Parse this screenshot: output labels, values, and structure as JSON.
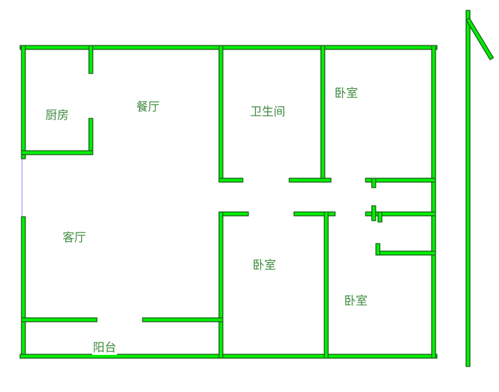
{
  "title": "Floor plan",
  "rooms": {
    "kitchen": "厨房",
    "dining": "餐厅",
    "bathroom": "卫生间",
    "bedroom_ne": "卧室",
    "living": "客厅",
    "bedroom_center": "卧室",
    "bedroom_se": "卧室",
    "balcony": "阳台"
  },
  "colors": {
    "wall": "#00ee00",
    "wall_outline": "#1d6b1d",
    "label": "#3d8a3d"
  },
  "north_arrow": "north-arrow-icon"
}
